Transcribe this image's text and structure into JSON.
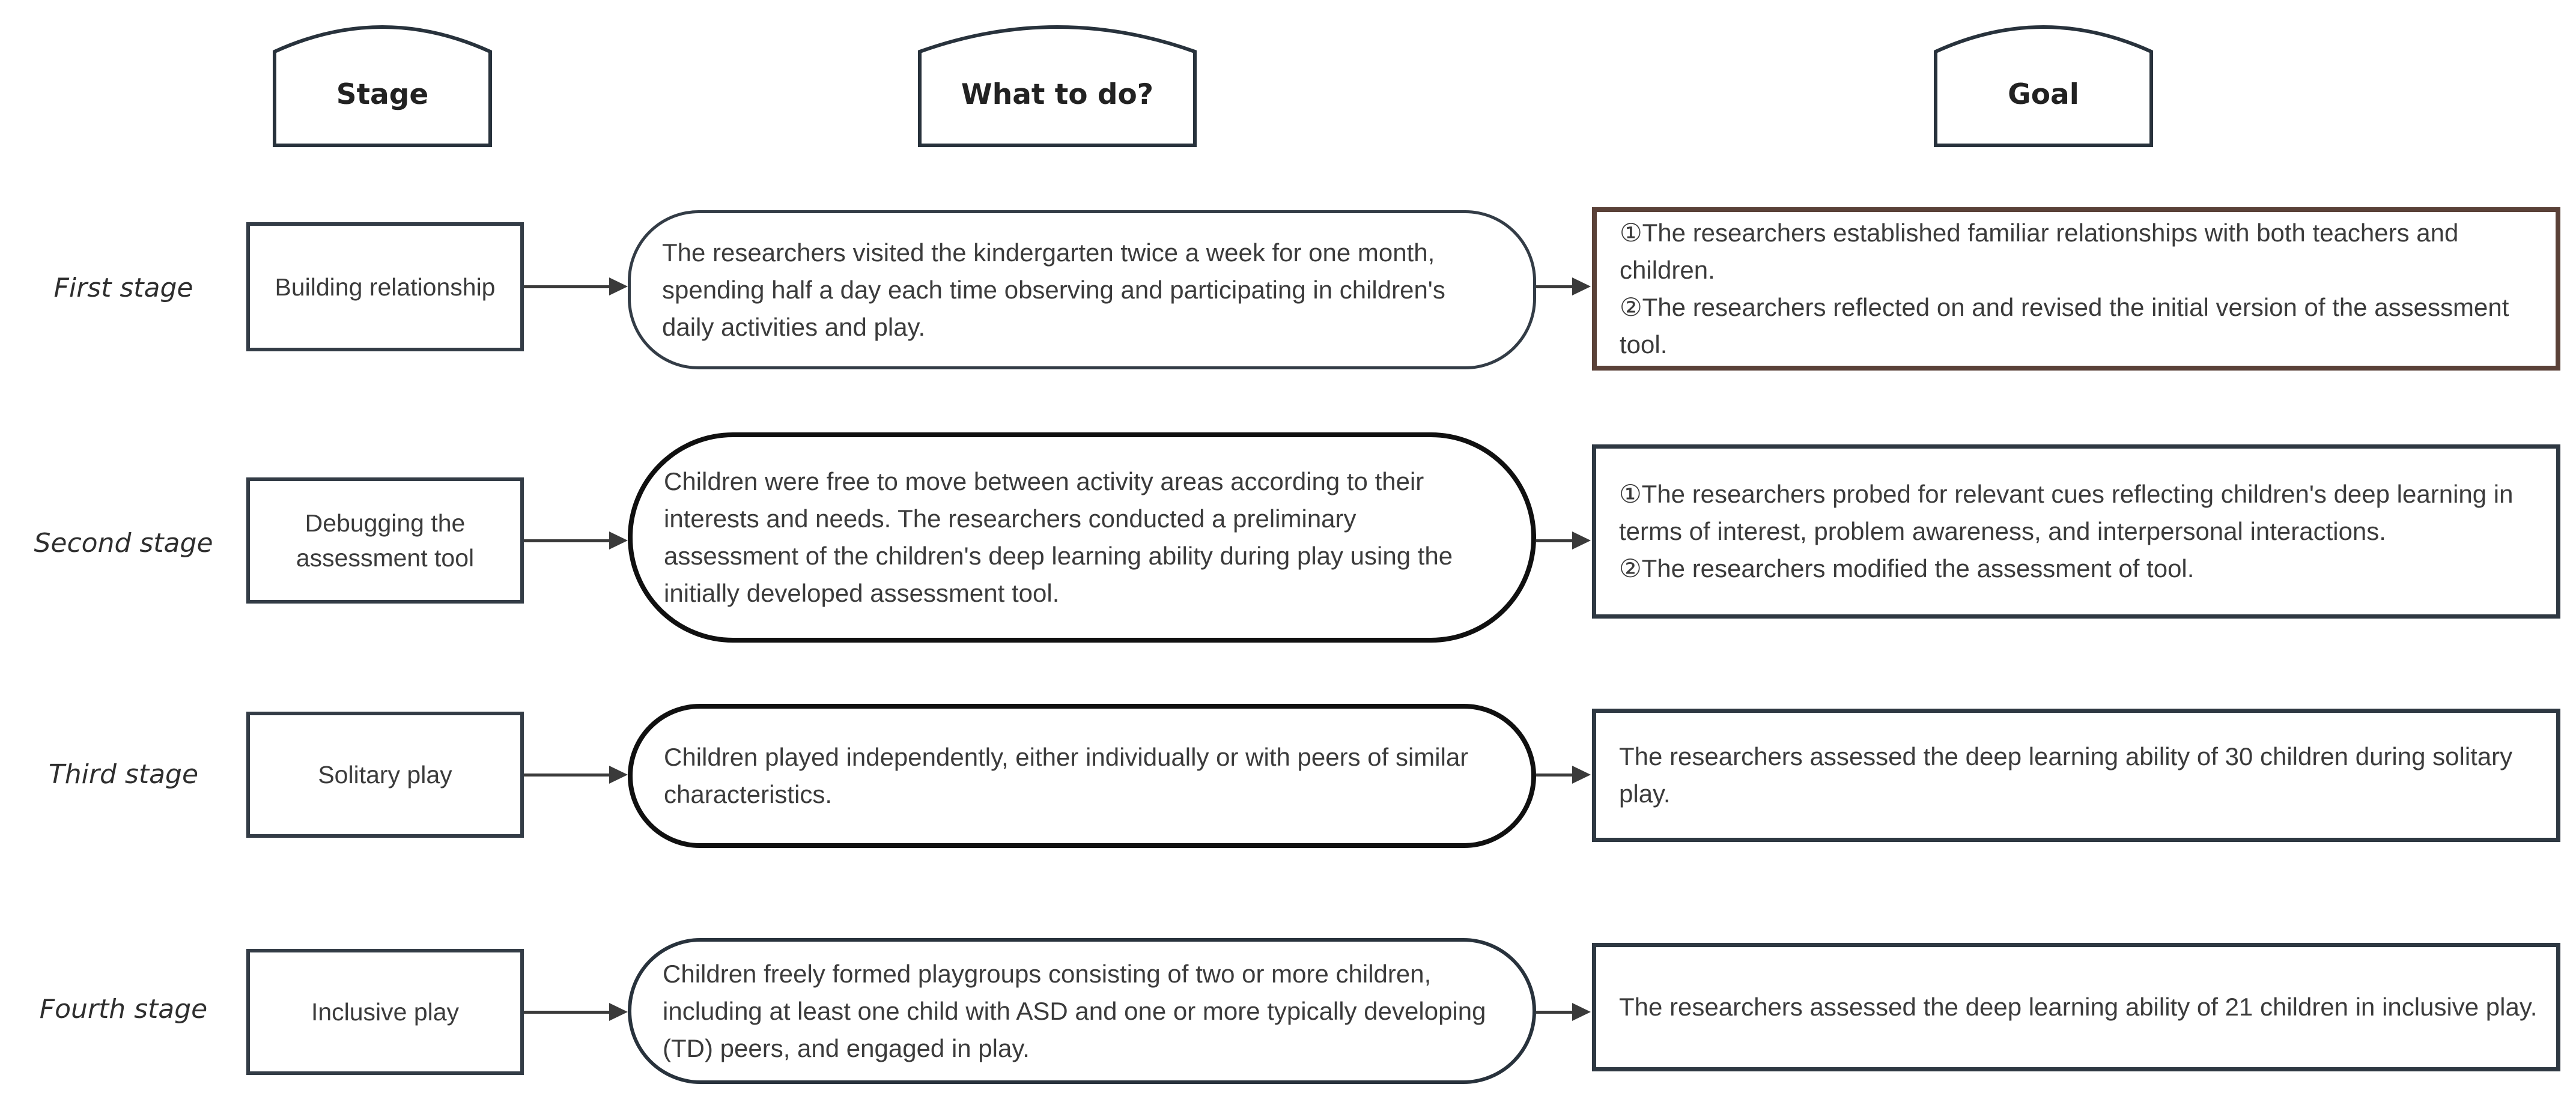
{
  "headers": {
    "stage": "Stage",
    "what_to_do": "What to do?",
    "goal": "Goal"
  },
  "rows": [
    {
      "stage_label": "First stage",
      "stage_box": "Building relationship",
      "action": "The researchers visited the kindergarten twice a week for one month, spending half a day each time observing and participating in children's daily activities and play.",
      "goal": "①The researchers established familiar relationships with both teachers and children.\n②The researchers reflected on and revised the initial version of the assessment tool."
    },
    {
      "stage_label": "Second stage",
      "stage_box": "Debugging the assessment tool",
      "action": "Children were free to move between activity areas according to their interests and needs. The researchers conducted a preliminary assessment of the children's deep learning ability during play using the initially developed assessment tool.",
      "goal": "①The researchers probed for relevant cues reflecting children's deep learning in terms of interest, problem awareness, and interpersonal interactions.\n②The researchers modified the assessment of tool."
    },
    {
      "stage_label": "Third stage",
      "stage_box": "Solitary play",
      "action": "Children played independently, either individually or with peers of similar characteristics.",
      "goal": "The researchers assessed the deep learning ability of 30 children during solitary play."
    },
    {
      "stage_label": "Fourth stage",
      "stage_box": "Inclusive play",
      "action": "Children freely formed playgroups consisting of two or more children, including at least one child with ASD and one or more typically developing (TD) peers, and engaged in play.",
      "goal": "The researchers assessed the deep learning ability of 21 children in inclusive play."
    }
  ],
  "colors": {
    "outline": "#2e3842",
    "strong_outline": "#101010",
    "goal_highlight_border": "#5a4138",
    "arrow": "#3a3a3a",
    "text": "#3b3b3b"
  }
}
